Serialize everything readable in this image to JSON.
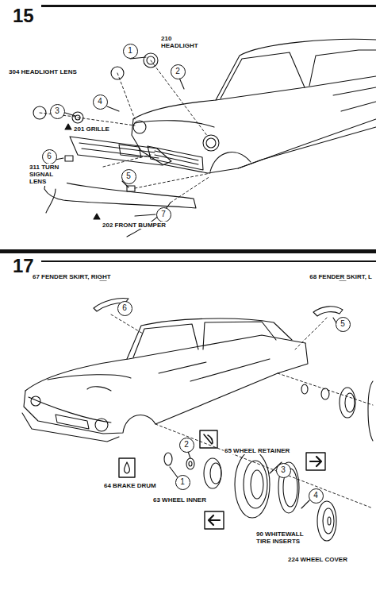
{
  "diagram": {
    "nodes": [
      {
        "text": [
          "1"
        ]
      },
      {
        "text": [
          "2"
        ]
      },
      {
        "text": [
          "3"
        ]
      },
      {
        "text": [
          "4"
        ]
      },
      {
        "text": [
          "5"
        ]
      },
      {
        "text": [
          "6"
        ]
      },
      {
        "text": [
          "7"
        ]
      },
      {
        "text": [
          "6"
        ]
      },
      {
        "text": [
          "5"
        ]
      },
      {
        "text": [
          "2"
        ]
      },
      {
        "text": [
          "1"
        ]
      },
      {
        "text": [
          "3"
        ]
      },
      {
        "text": [
          "4"
        ]
      }
    ],
    "labels": [
      "15",
      "210 HEADLIGHT",
      "304 HEADLIGHT LENS",
      "201 GRILLE",
      "311 TURN SIGNAL LENS",
      "202 FRONT BUMPER",
      "17",
      "67 FENDER SKIRT, RIGHT",
      "68 FENDER SKIRT, L",
      "65 WHEEL RETAINER",
      "64 BRAKE DRUM",
      "63 WHEEL INNER",
      "90 WHITEWALL TIRE INSERTS",
      "224 WHEEL COVER"
    ]
  }
}
